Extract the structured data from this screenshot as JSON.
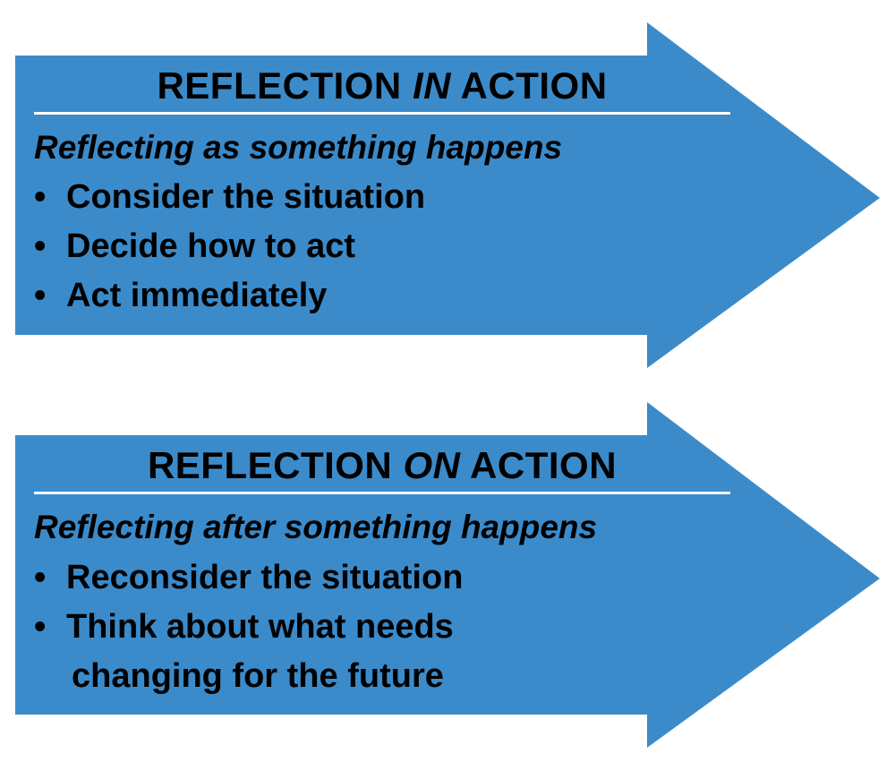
{
  "colors": {
    "arrow_fill": "#3B8BCB",
    "text": "#FFFFFF",
    "background": "#FFFFFF"
  },
  "arrows": [
    {
      "title_pre": "REFLECTION ",
      "title_em": "IN",
      "title_post": " ACTION",
      "subtitle": "Reflecting as something happens",
      "bullets": [
        {
          "marker": "•",
          "text": "Consider the situation"
        },
        {
          "marker": "•",
          "text": "Decide how to act"
        },
        {
          "marker": "•",
          "text": "Act immediately"
        }
      ]
    },
    {
      "title_pre": "REFLECTION ",
      "title_em": "ON",
      "title_post": " ACTION",
      "subtitle": "Reflecting after something happens",
      "bullets": [
        {
          "marker": "•",
          "text": "Reconsider the situation"
        },
        {
          "marker": "•",
          "text": "Think about what needs",
          "continuation": "changing for the future"
        }
      ]
    }
  ]
}
